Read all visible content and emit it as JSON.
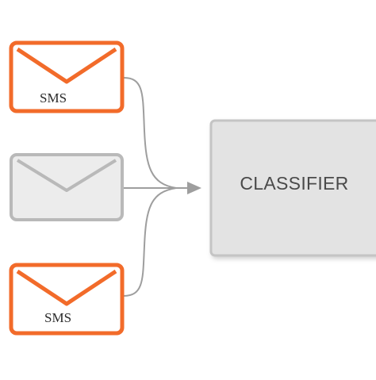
{
  "diagram": {
    "envelopes": [
      {
        "id": "top",
        "style": "highlighted",
        "label": "SMS"
      },
      {
        "id": "middle",
        "style": "plain",
        "label": ""
      },
      {
        "id": "bottom",
        "style": "highlighted",
        "label": "SMS"
      }
    ],
    "classifier": {
      "label": "CLASSIFIER"
    },
    "colors": {
      "accent": "#f26b2a",
      "envelope_fill": "#ffffff",
      "plain_border": "#b9b9b9",
      "plain_fill": "#ececec",
      "connector": "#9e9e9e",
      "classifier_fill": "#e3e3e3",
      "classifier_border": "#c4c4c4",
      "text": "#4a4a4a"
    },
    "icons": {
      "envelope": "envelope-icon",
      "arrow": "arrow-head-icon"
    }
  }
}
